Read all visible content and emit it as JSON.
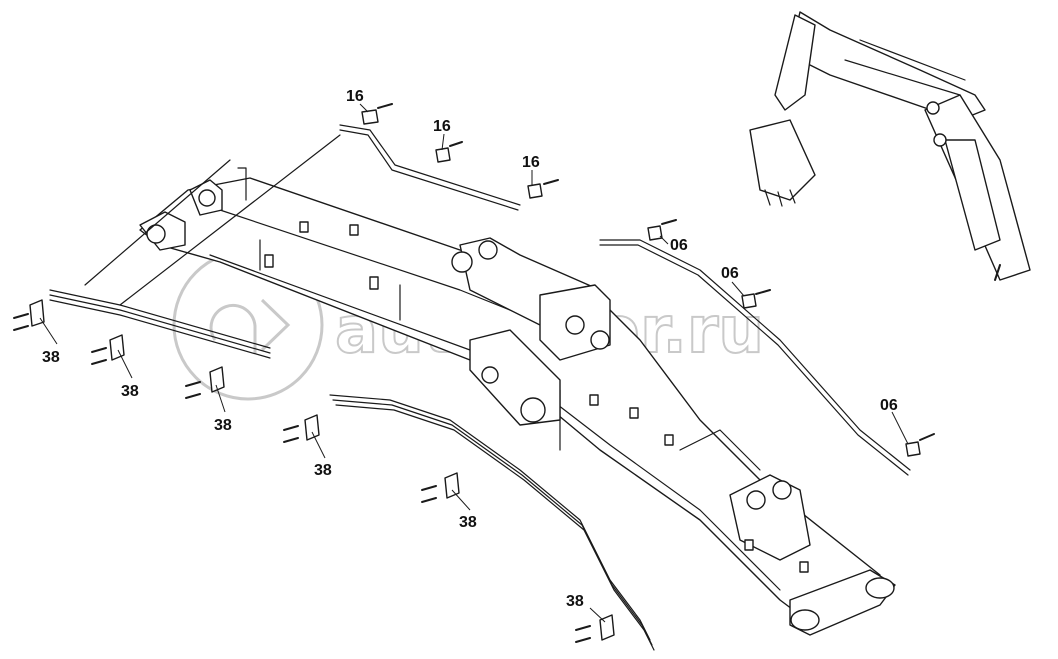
{
  "watermark": {
    "text": "autopiter.ru",
    "color": "#c9c9c9"
  },
  "callouts": [
    {
      "id": "c16a",
      "label": "16"
    },
    {
      "id": "c16b",
      "label": "16"
    },
    {
      "id": "c16c",
      "label": "16"
    },
    {
      "id": "c06a",
      "label": "06"
    },
    {
      "id": "c06b",
      "label": "06"
    },
    {
      "id": "c06c",
      "label": "06"
    },
    {
      "id": "c38a",
      "label": "38"
    },
    {
      "id": "c38b",
      "label": "38"
    },
    {
      "id": "c38c",
      "label": "38"
    },
    {
      "id": "c38d",
      "label": "38"
    },
    {
      "id": "c38e",
      "label": "38"
    },
    {
      "id": "c38f",
      "label": "38"
    }
  ],
  "colors": {
    "line": "#1a1a1a",
    "background": "#ffffff"
  }
}
